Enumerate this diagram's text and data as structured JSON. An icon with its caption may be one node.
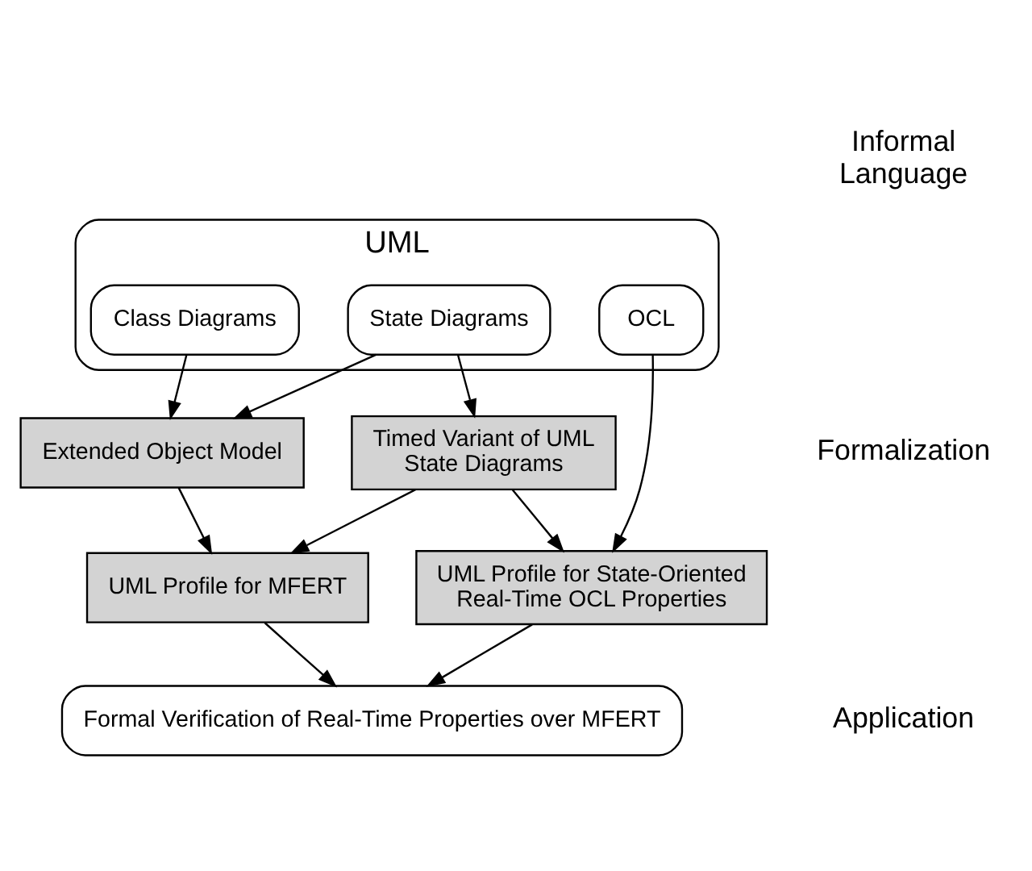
{
  "diagram": {
    "nodes": [
      {
        "text": [
          "UML"
        ]
      },
      {
        "text": [
          "Class Diagrams"
        ],
        "in": 0
      },
      {
        "text": [
          "State Diagrams"
        ],
        "in": 0
      },
      {
        "text": [
          "OCL"
        ],
        "in": 0
      },
      {
        "text": [
          "Extended Object Model"
        ]
      },
      {
        "text": [
          "Timed Variant of UML State Diagrams"
        ]
      },
      {
        "text": [
          "UML Profile for MFERT"
        ]
      },
      {
        "text": [
          "UML Profile for State-Oriented Real-Time OCL Properties"
        ]
      },
      {
        "text": [
          "Formal Verification of Real-Time Properties over MFERT"
        ]
      }
    ],
    "edges": [
      {
        "from": 1,
        "to": 4,
        "arrow": "to"
      },
      {
        "from": 2,
        "to": 4,
        "arrow": "to"
      },
      {
        "from": 2,
        "to": 5,
        "arrow": "to"
      },
      {
        "from": 4,
        "to": 6,
        "arrow": "to"
      },
      {
        "from": 5,
        "to": 6,
        "arrow": "to"
      },
      {
        "from": 5,
        "to": 7,
        "arrow": "to"
      },
      {
        "from": 3,
        "to": 7,
        "arrow": "to"
      },
      {
        "from": 6,
        "to": 8,
        "arrow": "to"
      },
      {
        "from": 7,
        "to": 8,
        "arrow": "to"
      }
    ],
    "labels": [
      "Informal Language",
      "Formalization",
      "Application"
    ]
  }
}
